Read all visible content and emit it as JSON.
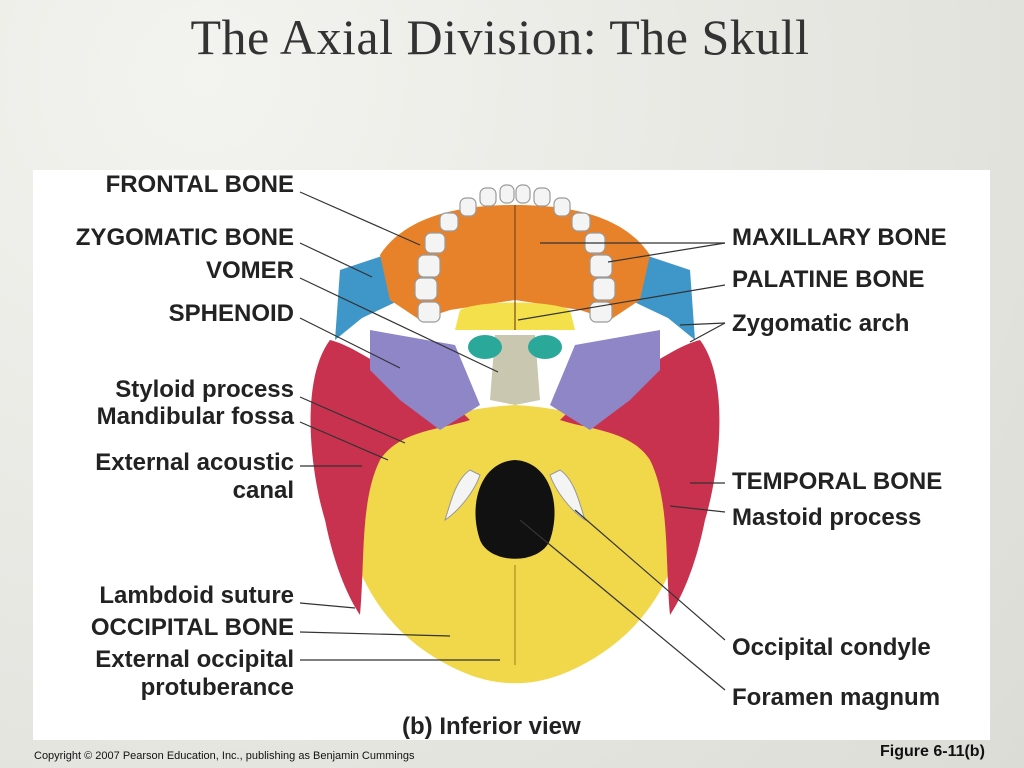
{
  "slide": {
    "title": "The Axial Division: The Skull",
    "copyright": "Copyright © 2007 Pearson Education, Inc., publishing as Benjamin Cummings",
    "figure_number": "Figure 6-11(b)"
  },
  "figure": {
    "caption": "(b) Inferior view",
    "colors": {
      "frontal": "#f2c43a",
      "maxillary": "#e8822a",
      "palatine": "#f4e04a",
      "vomer": "#c9c7b0",
      "sphenoid": "#8f86c8",
      "zygomatic": "#3f97c9",
      "temporal": "#c8324e",
      "occipital": "#f0d84a",
      "foramen": "#111111",
      "teeth": "#f4f4f4"
    },
    "labels_left": {
      "frontal_bone": "FRONTAL BONE",
      "zygomatic_bone": "ZYGOMATIC BONE",
      "vomer": "VOMER",
      "sphenoid": "SPHENOID",
      "styloid_process": "Styloid process",
      "mandibular_fossa": "Mandibular fossa",
      "external_acoustic_1": "External acoustic",
      "external_acoustic_2": "canal",
      "lambdoid_suture": "Lambdoid suture",
      "occipital_bone": "OCCIPITAL BONE",
      "external_occipital_1": "External occipital",
      "external_occipital_2": "protuberance"
    },
    "labels_right": {
      "maxillary_bone": "MAXILLARY BONE",
      "palatine_bone": "PALATINE BONE",
      "zygomatic_arch": "Zygomatic arch",
      "temporal_bone": "TEMPORAL BONE",
      "mastoid_process": "Mastoid process",
      "occipital_condyle": "Occipital condyle",
      "foramen_magnum": "Foramen magnum"
    }
  }
}
